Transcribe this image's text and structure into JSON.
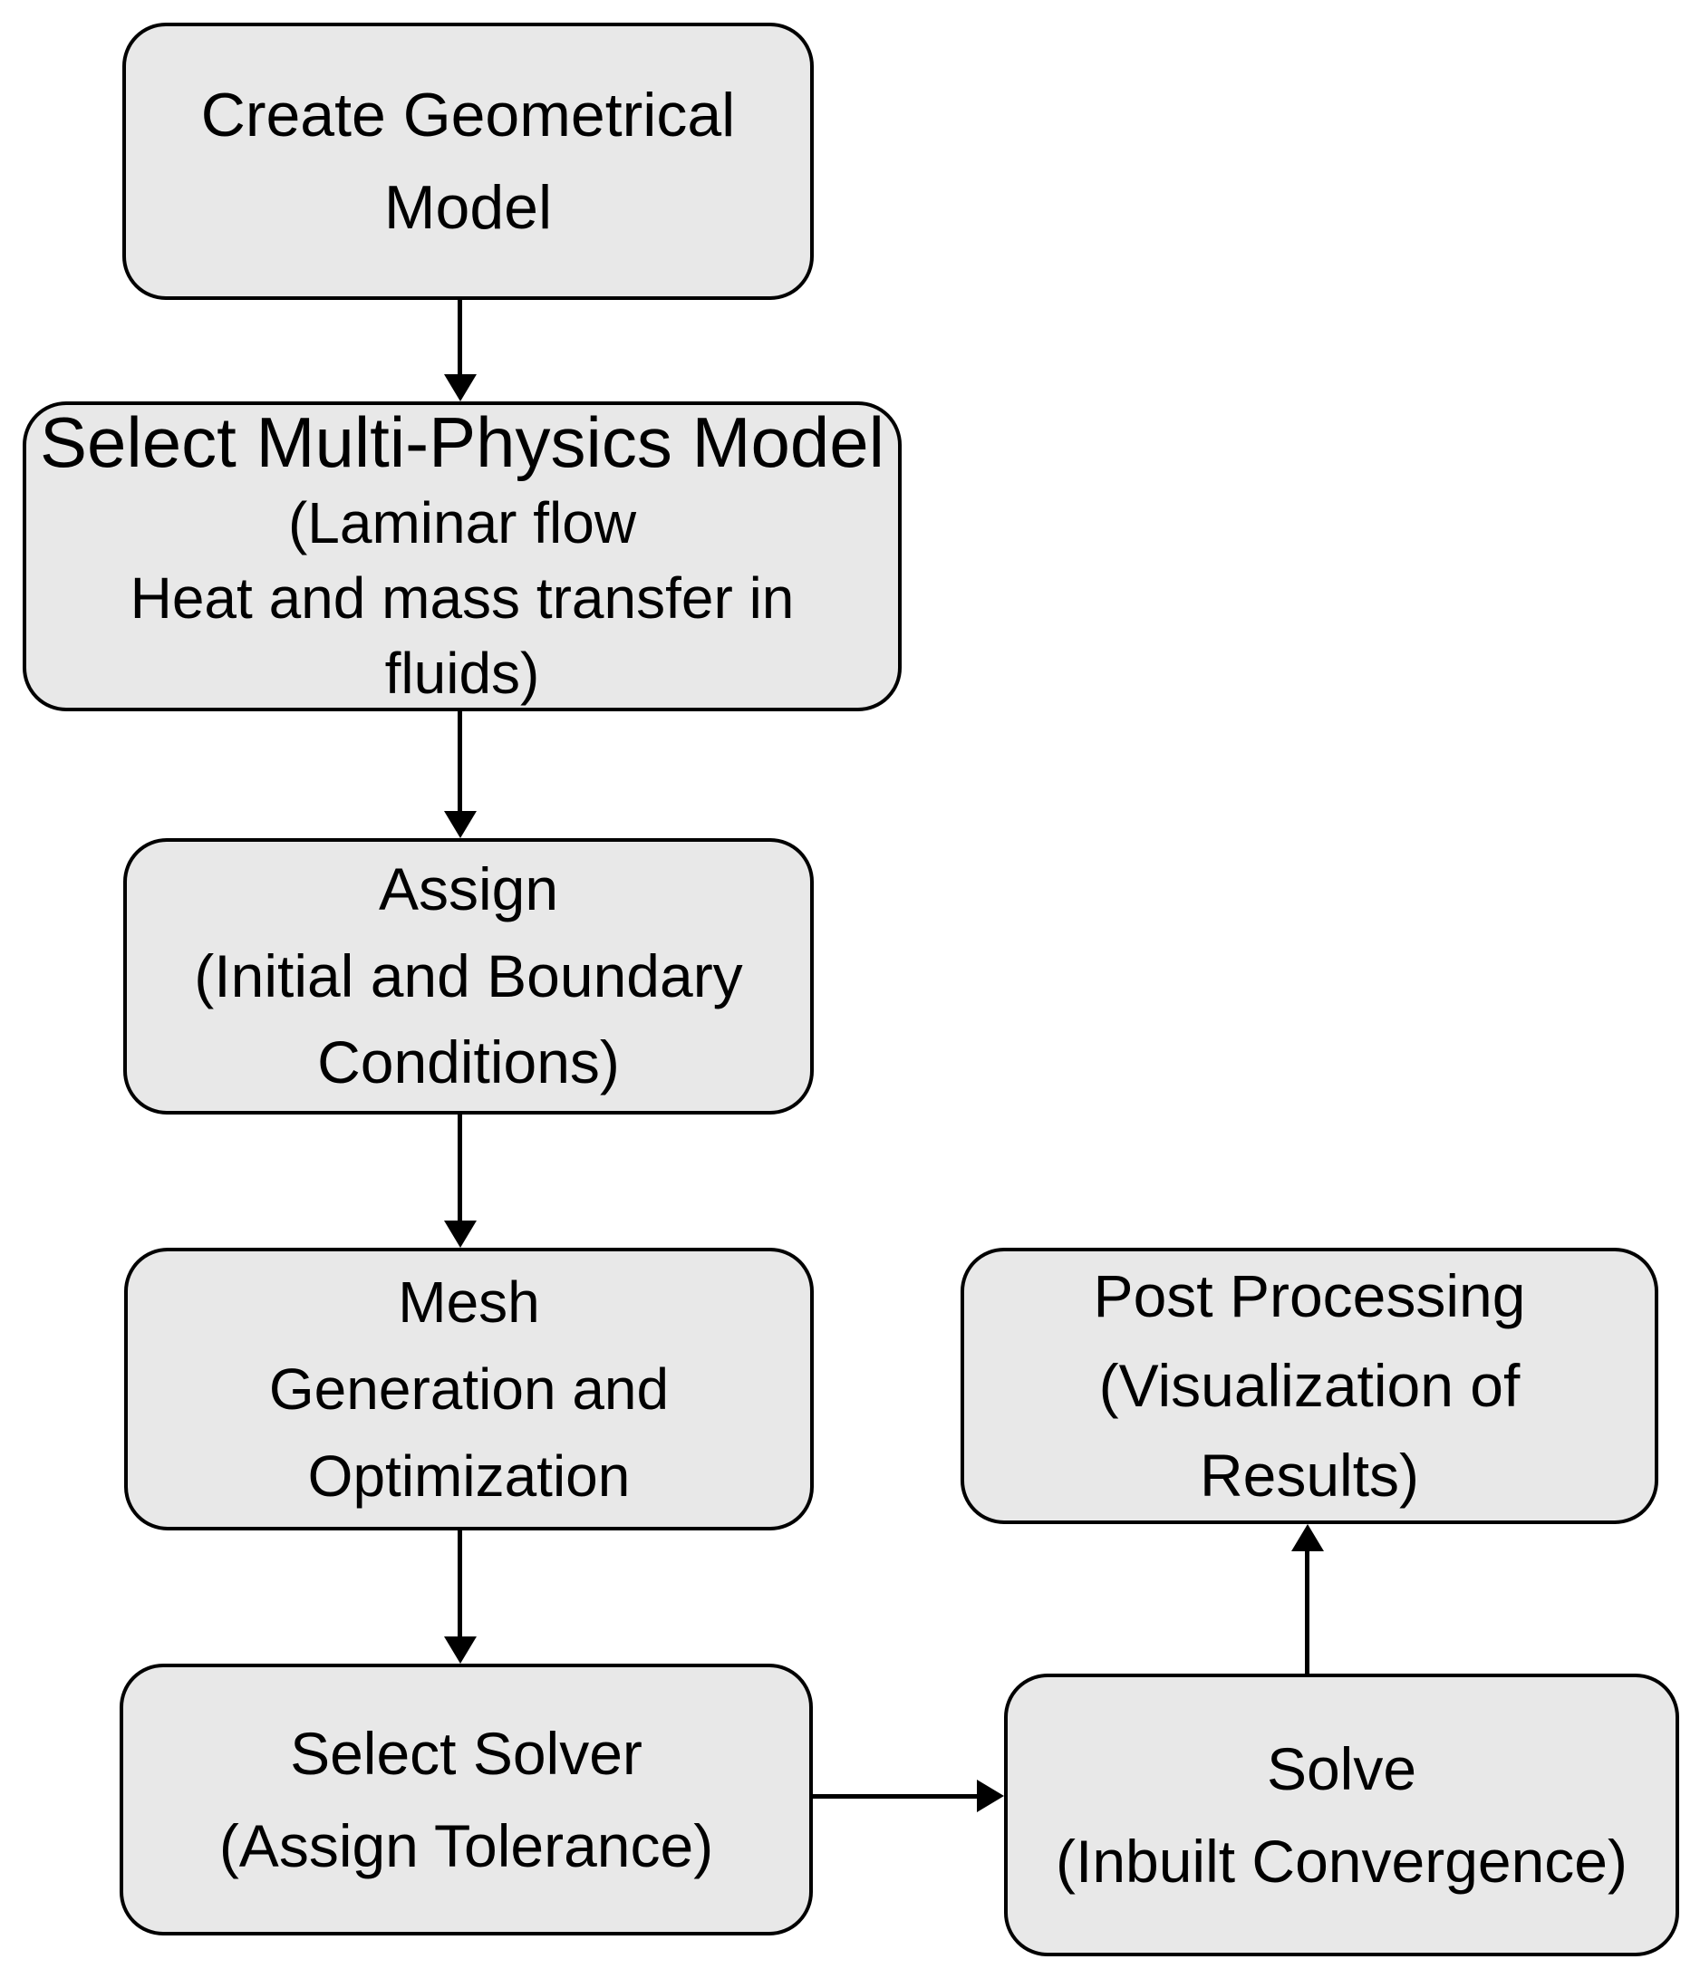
{
  "diagram": {
    "type": "flowchart",
    "background_color": "#ffffff",
    "node_fill_color": "#e8e8e8",
    "node_border_color": "#000000",
    "arrow_color": "#000000",
    "nodes": [
      {
        "id": "create-geometrical-model",
        "lines": [
          "Create Geometrical",
          "Model"
        ]
      },
      {
        "id": "select-multiphysics-model",
        "lines": [
          "Select Multi-Physics Model",
          "(Laminar flow",
          "Heat and mass transfer in",
          "fluids)"
        ]
      },
      {
        "id": "assign",
        "lines": [
          "Assign",
          "(Initial and Boundary",
          "Conditions)"
        ]
      },
      {
        "id": "mesh",
        "lines": [
          "Mesh",
          "Generation and",
          "Optimization"
        ]
      },
      {
        "id": "select-solver",
        "lines": [
          "Select Solver",
          "(Assign Tolerance)"
        ]
      },
      {
        "id": "solve",
        "lines": [
          "Solve",
          "(Inbuilt Convergence)"
        ]
      },
      {
        "id": "post-processing",
        "lines": [
          "Post Processing",
          "(Visualization of",
          "Results)"
        ]
      }
    ],
    "edges": [
      {
        "from": "create-geometrical-model",
        "to": "select-multiphysics-model",
        "direction": "down"
      },
      {
        "from": "select-multiphysics-model",
        "to": "assign",
        "direction": "down"
      },
      {
        "from": "assign",
        "to": "mesh",
        "direction": "down"
      },
      {
        "from": "mesh",
        "to": "select-solver",
        "direction": "down"
      },
      {
        "from": "select-solver",
        "to": "solve",
        "direction": "right"
      },
      {
        "from": "solve",
        "to": "post-processing",
        "direction": "up"
      }
    ]
  }
}
